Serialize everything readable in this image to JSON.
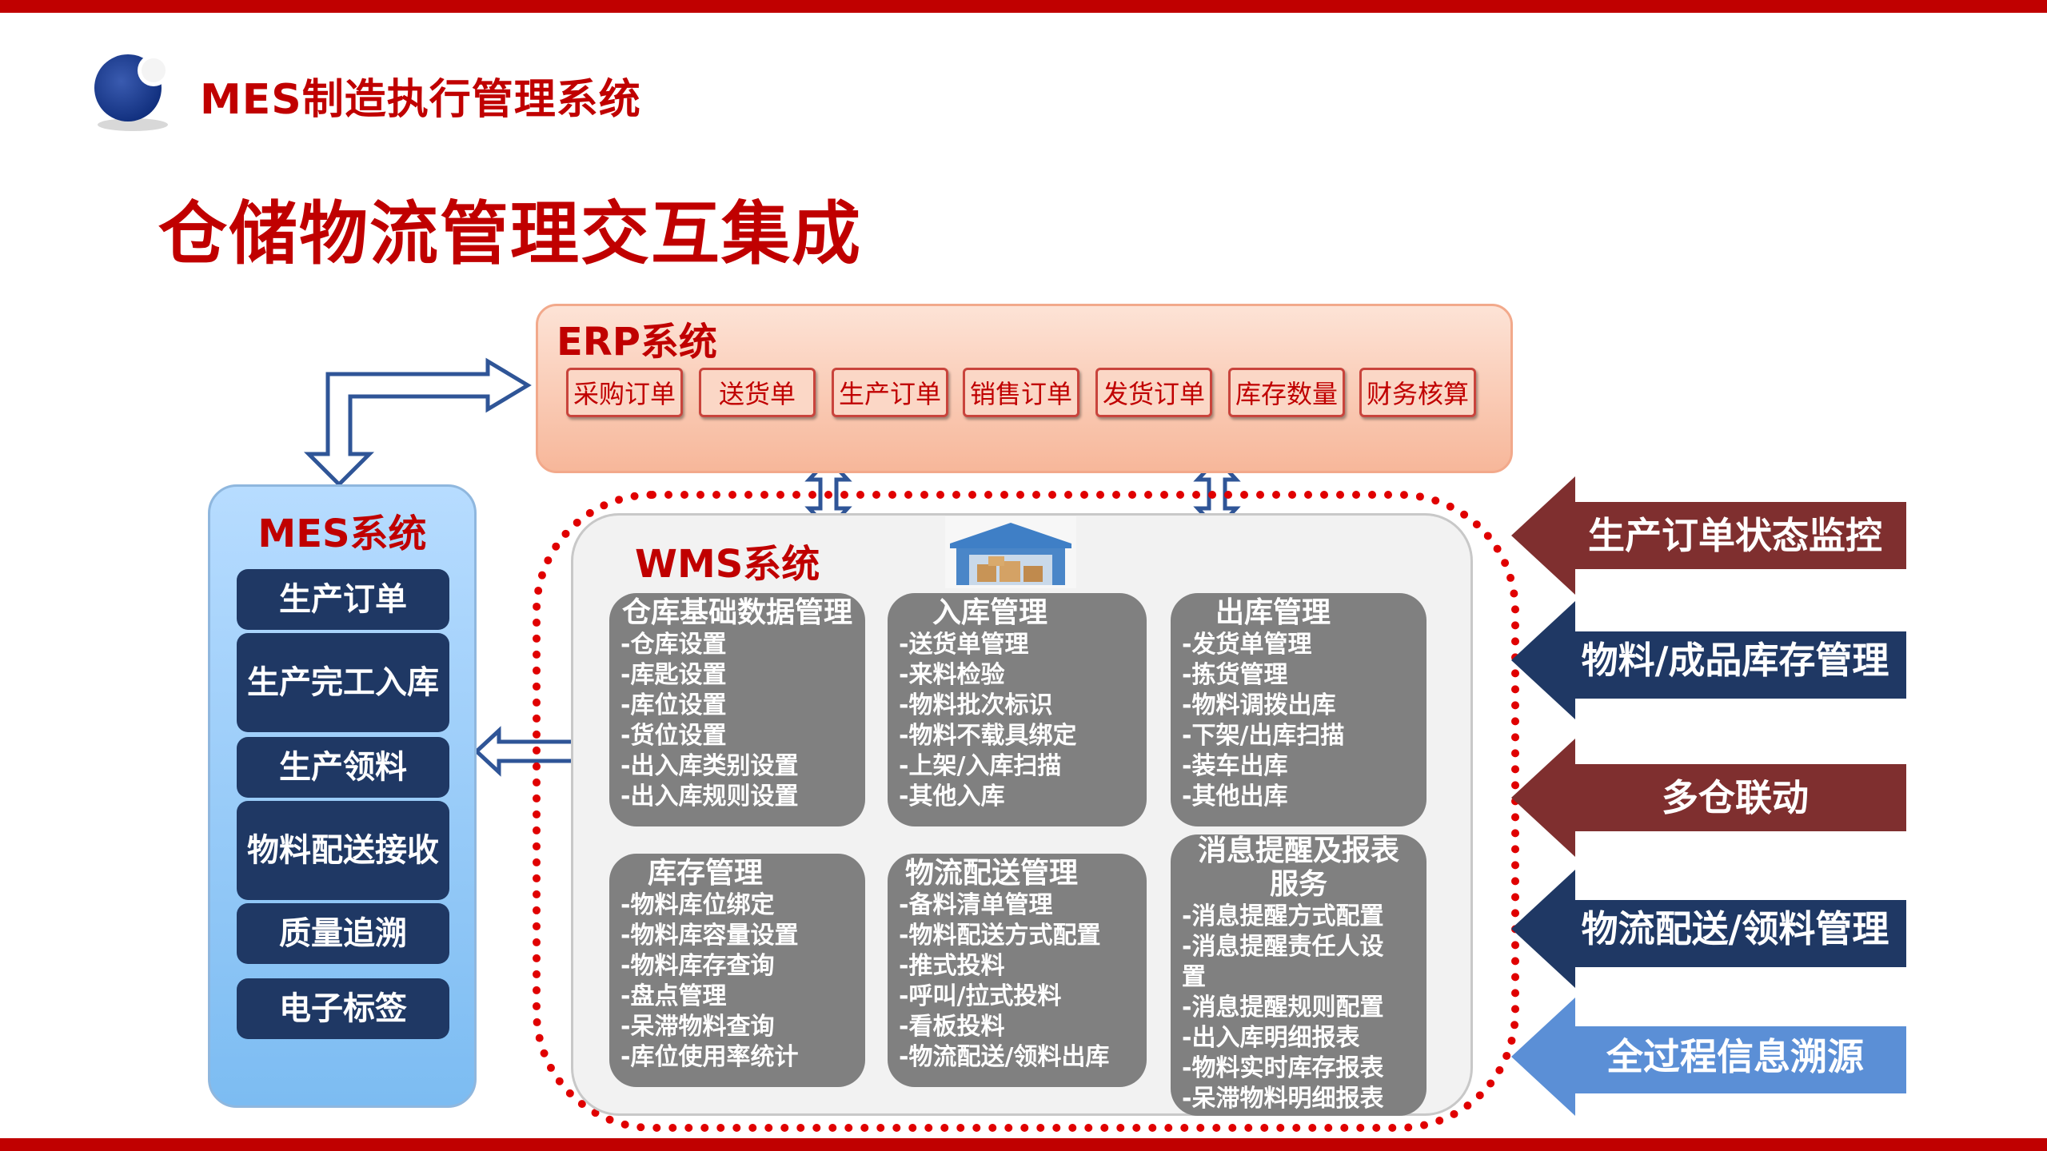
{
  "header": {
    "title": "MES制造执行管理系统"
  },
  "page_title": "仓储物流管理交互集成",
  "erp": {
    "title": "ERP系统",
    "items": [
      "采购订单",
      "送货单",
      "生产订单",
      "销售订单",
      "发货订单",
      "库存数量",
      "财务核算"
    ]
  },
  "mes": {
    "title": "MES系统",
    "items": [
      "生产订单",
      "生产完工入库",
      "生产领料",
      "物料配送接收",
      "质量追溯",
      "电子标签"
    ]
  },
  "wms": {
    "title": "WMS系统",
    "modules": [
      {
        "title": "仓库基础数据管理",
        "items": [
          "-仓库设置",
          "-库匙设置",
          "-库位设置",
          "-货位设置",
          "-出入库类别设置",
          "-出入库规则设置"
        ]
      },
      {
        "title": "入库管理",
        "items": [
          "-送货单管理",
          "-来料检验",
          "-物料批次标识",
          "-物料不载具绑定",
          "-上架/入库扫描",
          "-其他入库"
        ]
      },
      {
        "title": "出库管理",
        "items": [
          "-发货单管理",
          "-拣货管理",
          "-物料调拨出库",
          "-下架/出库扫描",
          "-装车出库",
          "-其他出库"
        ]
      },
      {
        "title": "库存管理",
        "items": [
          "-物料库位绑定",
          "-物料库容量设置",
          "-物料库存查询",
          "-盘点管理",
          "-呆滞物料查询",
          "-库位使用率统计"
        ]
      },
      {
        "title": "物流配送管理",
        "items": [
          "-备料清单管理",
          "-物料配送方式配置",
          "-推式投料",
          "-呼叫/拉式投料",
          "-看板投料",
          "-物流配送/领料出库"
        ]
      },
      {
        "title": "消息提醒及报表服务",
        "items": [
          "-消息提醒方式配置",
          "-消息提醒责任人设置",
          "-消息提醒规则配置",
          "-出入库明细报表",
          "-物料实时库存报表",
          "-呆滞物料明细报表"
        ]
      }
    ]
  },
  "side_arrows": [
    {
      "label": "生产订单状态监控",
      "color": "#7f2f2f"
    },
    {
      "label": "物料/成品库存管理",
      "color": "#1f3864"
    },
    {
      "label": "多仓联动",
      "color": "#7f2f2f"
    },
    {
      "label": "物流配送/领料管理",
      "color": "#1f3864"
    },
    {
      "label": "全过程信息溯源",
      "color": "#5b8fd6"
    }
  ],
  "colors": {
    "accent": "#c00000",
    "mes_item": "#1f3864",
    "module": "#808080"
  },
  "icons": [
    "logo-sphere-icon",
    "warehouse-icon",
    "double-arrow-icon",
    "elbow-arrow-icon"
  ]
}
